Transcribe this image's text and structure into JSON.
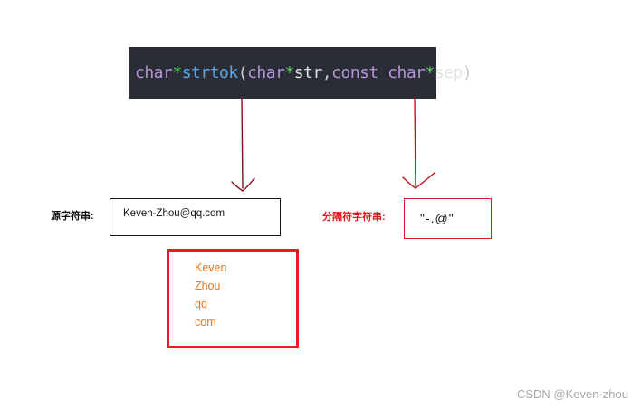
{
  "code": {
    "tokens": [
      {
        "text": "char ",
        "kind": "kw"
      },
      {
        "text": "*",
        "kind": "star"
      },
      {
        "text": "strtok",
        "kind": "fn"
      },
      {
        "text": "(",
        "kind": "p"
      },
      {
        "text": "char ",
        "kind": "kw"
      },
      {
        "text": "*",
        "kind": "star"
      },
      {
        "text": "str",
        "kind": "id"
      },
      {
        "text": ",",
        "kind": "p"
      },
      {
        "text": "const char ",
        "kind": "kw"
      },
      {
        "text": "*",
        "kind": "star"
      },
      {
        "text": "sep",
        "kind": "id"
      },
      {
        "text": ")",
        "kind": "p"
      }
    ]
  },
  "source": {
    "label": "源字符串:",
    "value": "Keven-Zhou@qq.com"
  },
  "separator": {
    "label": "分隔符字符串:",
    "value": "\"-.@\""
  },
  "tokens": [
    "Keven",
    "Zhou",
    "qq",
    "com"
  ],
  "watermark": "CSDN @Keven-zhou",
  "colors": {
    "arrow": "#8b0a14",
    "highlight_red": "#e0191b",
    "token_orange": "#e8741a",
    "code_bg": "#2b2d36"
  }
}
